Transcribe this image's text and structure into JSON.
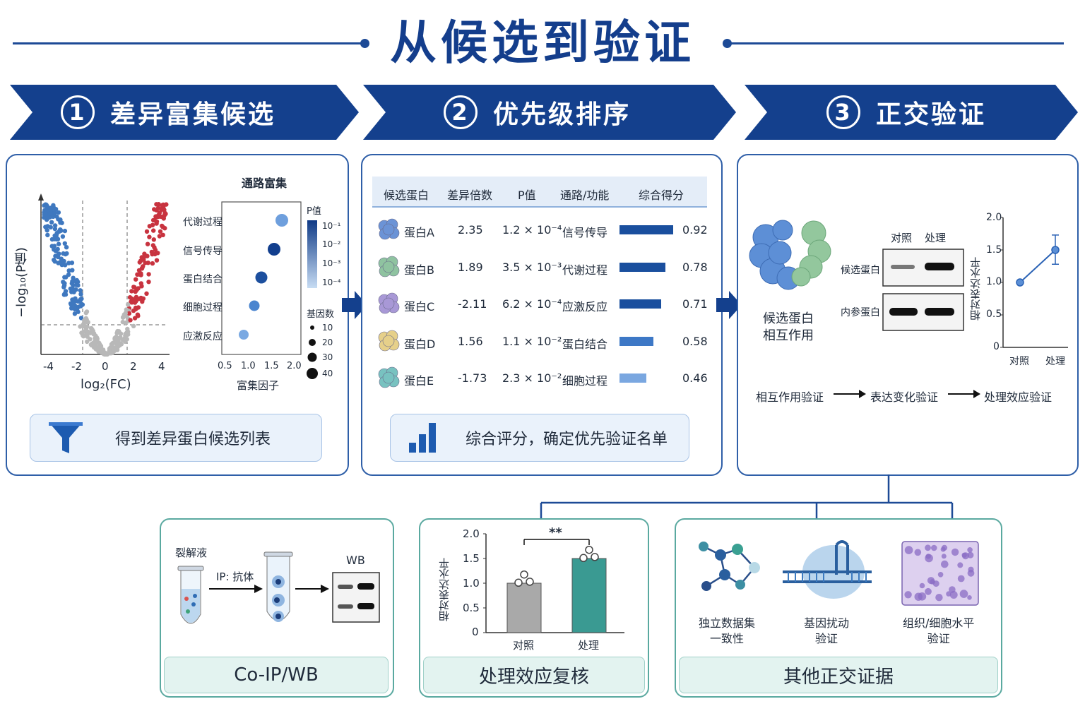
{
  "title": "从候选到验证",
  "steps": [
    {
      "num": "1",
      "label": "差异富集候选"
    },
    {
      "num": "2",
      "label": "优先级排序"
    },
    {
      "num": "3",
      "label": "正交验证"
    }
  ],
  "panel1": {
    "volcano": {
      "ylabel": "−log₁₀(P值)",
      "xlabel": "log₂(FC)",
      "xticks": [
        "-4",
        "-2",
        "0",
        "2",
        "4"
      ]
    },
    "enrich": {
      "title": "通路富集",
      "terms": [
        "代谢过程",
        "信号传导",
        "蛋白结合",
        "细胞过程",
        "应激反应"
      ],
      "xticks": [
        "0.5",
        "1.0",
        "1.5",
        "2.0"
      ],
      "xlabel": "富集因子",
      "pvalue_title": "P值",
      "pvalue_ticks": [
        "10⁻¹",
        "10⁻²",
        "10⁻³",
        "10⁻⁴"
      ],
      "count_title": "基因数",
      "count_ticks": [
        "10",
        "20",
        "30",
        "40"
      ]
    },
    "banner": "得到差异蛋白候选列表"
  },
  "panel2": {
    "headers": [
      "候选蛋白",
      "差异倍数",
      "P值",
      "通路/功能",
      "综合得分"
    ],
    "rows": [
      {
        "name": "蛋白A",
        "fc": "2.35",
        "p": "1.2 × 10⁻⁴",
        "path": "信号传导",
        "score": "0.92",
        "score_val": 0.92,
        "color": "#6b93d6"
      },
      {
        "name": "蛋白B",
        "fc": "1.89",
        "p": "3.5 × 10⁻³",
        "path": "代谢过程",
        "score": "0.78",
        "score_val": 0.78,
        "color": "#8fc3a0"
      },
      {
        "name": "蛋白C",
        "fc": "-2.11",
        "p": "6.2 × 10⁻⁴",
        "path": "应激反应",
        "score": "0.71",
        "score_val": 0.71,
        "color": "#a898d6"
      },
      {
        "name": "蛋白D",
        "fc": "1.56",
        "p": "1.1 × 10⁻²",
        "path": "蛋白结合",
        "score": "0.58",
        "score_val": 0.58,
        "color": "#e6d08a"
      },
      {
        "name": "蛋白E",
        "fc": "-1.73",
        "p": "2.3 × 10⁻²",
        "path": "细胞过程",
        "score": "0.46",
        "score_val": 0.46,
        "color": "#78c2c0"
      }
    ],
    "banner": "综合评分，确定优先验证名单"
  },
  "panel3": {
    "interaction_label": "候选蛋白\n相互作用",
    "wb_cols": [
      "对照",
      "处理"
    ],
    "wb_rows": [
      "候选蛋白",
      "内参蛋白"
    ],
    "plot": {
      "ylabel": "相对表达水平",
      "yticks": [
        "0",
        "0.5",
        "1.0",
        "1.5",
        "2.0"
      ],
      "categories": [
        "对照",
        "处理"
      ],
      "values": [
        1.0,
        1.5
      ]
    },
    "flow": [
      "相互作用验证",
      "表达变化验证",
      "处理效应验证"
    ]
  },
  "sub1": {
    "lysate": "裂解液",
    "ip": "IP: 抗体",
    "wb": "WB",
    "banner": "Co-IP/WB"
  },
  "sub2": {
    "ylabel": "相对表达水平",
    "yticks": [
      "0",
      "0.5",
      "1.0",
      "1.5",
      "2.0"
    ],
    "categories": [
      "对照",
      "处理"
    ],
    "values": [
      1.0,
      1.5
    ],
    "sig": "**",
    "banner": "处理效应复核"
  },
  "sub3": {
    "items": [
      "独立数据集\n一致性",
      "基因扰动\n验证",
      "组织/细胞水平\n验证"
    ],
    "banner": "其他正交证据"
  },
  "chart_data": [
    {
      "type": "scatter",
      "xlabel": "log₂(FC)",
      "ylabel": "−log₁₀(P值)",
      "xlim": [
        -4.5,
        4.5
      ],
      "note": "volcano plot"
    },
    {
      "type": "scatter",
      "title": "通路富集",
      "categories": [
        "代谢过程",
        "信号传导",
        "蛋白结合",
        "细胞过程",
        "应激反应"
      ],
      "x": [
        1.75,
        1.6,
        1.35,
        1.15,
        0.95
      ],
      "xlabel": "富集因子",
      "xlim": [
        0.5,
        2.0
      ]
    },
    {
      "type": "line",
      "categories": [
        "对照",
        "处理"
      ],
      "values": [
        1.0,
        1.5
      ],
      "ylabel": "相对表达水平",
      "ylim": [
        0,
        2.0
      ]
    },
    {
      "type": "bar",
      "categories": [
        "对照",
        "处理"
      ],
      "values": [
        1.0,
        1.5
      ],
      "ylabel": "相对表达水平",
      "ylim": [
        0,
        2.0
      ]
    }
  ]
}
